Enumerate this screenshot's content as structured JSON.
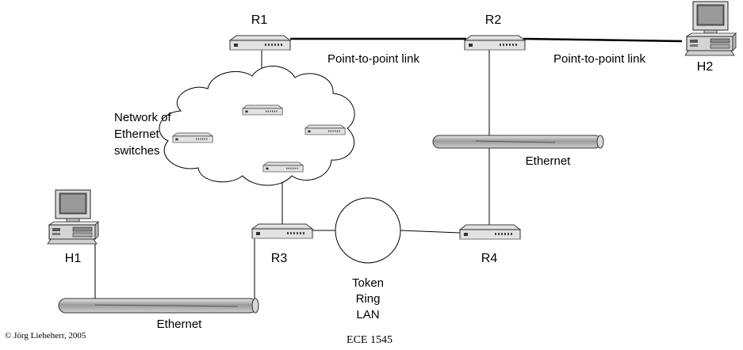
{
  "routers": {
    "r1": "R1",
    "r2": "R2",
    "r3": "R3",
    "r4": "R4"
  },
  "hosts": {
    "h1": "H1",
    "h2": "H2"
  },
  "links": {
    "p2p_left": "Point-to-point link",
    "p2p_right": "Point-to-point link",
    "ethernet_right": "Ethernet",
    "ethernet_bottom": "Ethernet"
  },
  "cloud": {
    "line1": "Network of",
    "line2": "Ethernet",
    "line3": "switches"
  },
  "token_ring": {
    "line1": "Token",
    "line2": "Ring",
    "line3": "LAN"
  },
  "footer": {
    "copyright": "© Jörg Liebeherr, 2005",
    "course": "ECE 1545"
  }
}
